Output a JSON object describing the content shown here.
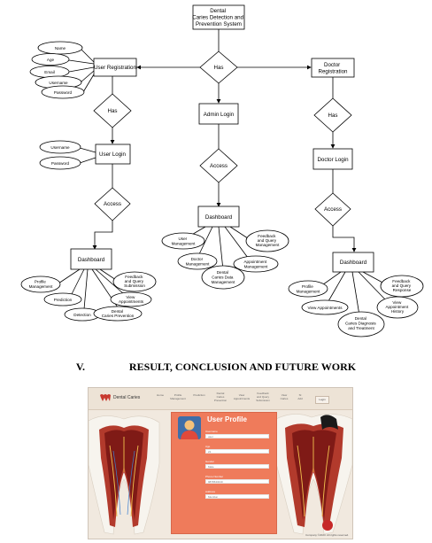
{
  "diagram": {
    "nodes": {
      "root": [
        "Dental",
        "Caries Detection and",
        "Prevention System"
      ],
      "has_center": "Has",
      "user_registration": "User Registration",
      "doctor_registration": [
        "Doctor",
        "Registration"
      ],
      "user_has": "Has",
      "doctor_has": "Has",
      "admin_login": "Admin Login",
      "user_login": "User Login",
      "doctor_login": "Doctor Login",
      "admin_access": "Access",
      "user_access": "Access",
      "doctor_access": "Access",
      "user_dashboard": "Dashboard",
      "admin_dashboard": "Dashboard",
      "doctor_dashboard": "Dashboard"
    },
    "user_reg_attrs": [
      "Name",
      "Age",
      "Email",
      "Username",
      "Password"
    ],
    "user_login_attrs": [
      "Username",
      "Password"
    ],
    "user_dashboard_items": {
      "profile": [
        "Profile",
        "Management"
      ],
      "prediction": [
        "Prediction"
      ],
      "detection": [
        "Detection"
      ],
      "feedback": [
        "Feedback",
        "and Query",
        "Submission"
      ],
      "view_appointments": [
        "View",
        "Appointments"
      ],
      "caries_prevention": [
        "Dental",
        "Caries Prevention"
      ]
    },
    "admin_dashboard_items": {
      "user_mgmt": [
        "User",
        "Management"
      ],
      "doctor_mgmt": [
        "Doctor",
        "Management"
      ],
      "caries_data": [
        "Dental",
        "Caries Data",
        "Management"
      ],
      "appointment_mgmt": [
        "Appointment",
        "Management"
      ],
      "feedback_mgmt": [
        "Feedback",
        "and Query",
        "Management"
      ]
    },
    "doctor_dashboard_items": {
      "profile": [
        "Profile",
        "Management"
      ],
      "view_appointments": [
        "View Appointments"
      ],
      "diagnosis": [
        "Dental",
        "Caries Diagnosis",
        "and Treatment"
      ],
      "view_history": [
        "View",
        "Appointment",
        "History"
      ],
      "feedback_response": [
        "Feedback",
        "and Query",
        "Response"
      ]
    }
  },
  "section": {
    "number": "V.",
    "title": "RESULT, CONCLUSION AND FUTURE WORK"
  },
  "screenshot": {
    "brand": "Dental Caries",
    "nav": [
      "Home",
      "Profile\nManagement",
      "Prediction",
      "Dental\nCaries\nPrevention",
      "View\nAppointments",
      "Feedback\nand Query\nSubmission",
      "View\nCaries",
      "Sl\nAdd"
    ],
    "login_label": "Login",
    "card_title": "User Profile",
    "fields": [
      {
        "label": "Username",
        "value": "user"
      },
      {
        "label": "Age",
        "value": "21"
      },
      {
        "label": "Gender",
        "value": "Male"
      },
      {
        "label": "Phone Number",
        "value": "9876543210"
      },
      {
        "label": "Address",
        "value": "Mumbai"
      }
    ],
    "footer": "Company ©2023. All rights reserved.",
    "colors": {
      "card": "#ef7b5b",
      "nav": "#ede3d6",
      "avatar": "#3f6ea8"
    }
  }
}
